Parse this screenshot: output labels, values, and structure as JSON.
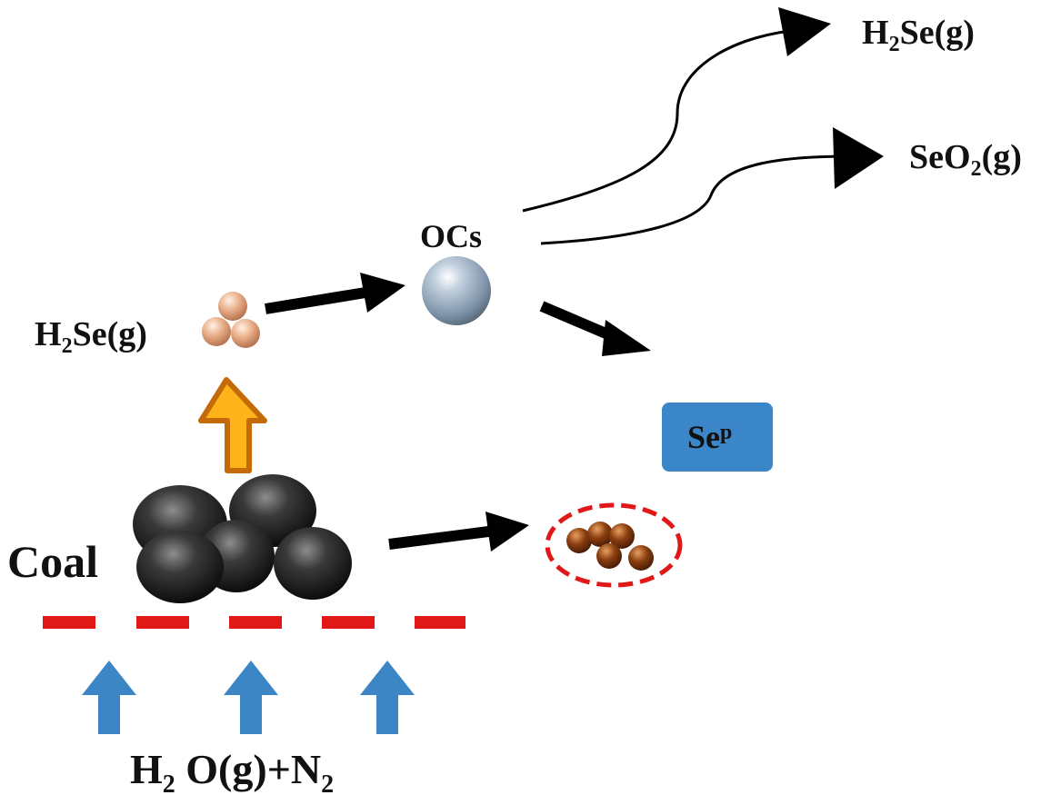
{
  "diagram": {
    "labels": {
      "h2se_top": {
        "main": "H",
        "sub": "2",
        "rest": "Se(g)"
      },
      "seo2": {
        "main": "SeO",
        "sub": "2",
        "rest": "(g)"
      },
      "ocs": "OCs",
      "h2se_left": {
        "main": "H",
        "sub": "2",
        "rest": "Se(g)"
      },
      "sep": {
        "main": "Se",
        "sup": "p"
      },
      "coal": "Coal",
      "feed": {
        "a": "H",
        "a_sub": "2",
        "b": " O(g)+N",
        "b_sub": "2"
      }
    },
    "colors": {
      "black_arrow": "#000000",
      "blue_arrow": "#3d86c6",
      "orange_arrow_fill": "#ffb31a",
      "orange_arrow_stroke": "#c46a08",
      "dash_line": "#e01818",
      "sep_box": "#3b86c8",
      "coal": "#1a1a1a",
      "oc_sphere": "#7d92a8",
      "h2se_particles": "#e6a680",
      "product_particles": "#8a3e10"
    }
  }
}
